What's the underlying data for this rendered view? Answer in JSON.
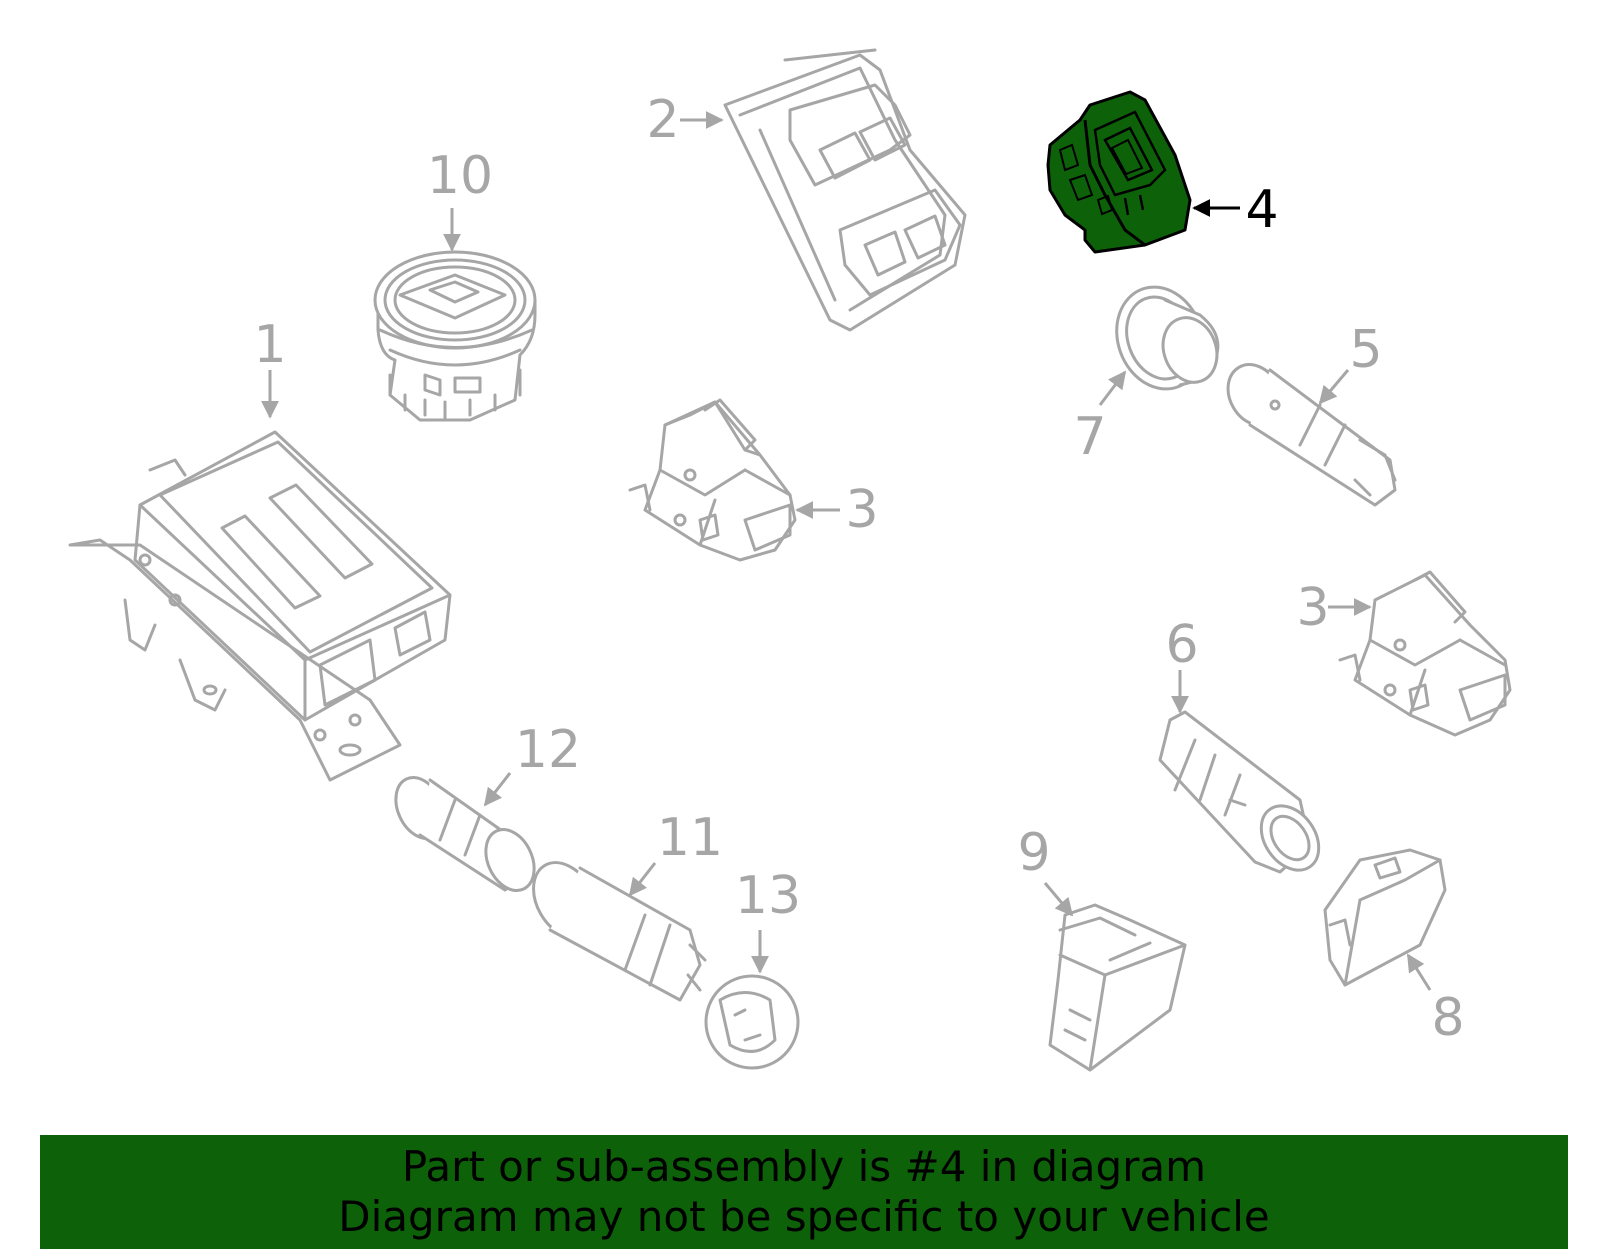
{
  "highlight_color": "#0d6209",
  "highlighted_part": "4",
  "callouts": {
    "c1": "1",
    "c2": "2",
    "c3a": "3",
    "c3b": "3",
    "c4": "4",
    "c5": "5",
    "c6": "6",
    "c7": "7",
    "c8": "8",
    "c9": "9",
    "c10": "10",
    "c11": "11",
    "c12": "12",
    "c13": "13"
  },
  "banner": {
    "line1": "Part or sub-assembly is #4 in diagram",
    "line2": "Diagram may not be specific to your vehicle"
  }
}
